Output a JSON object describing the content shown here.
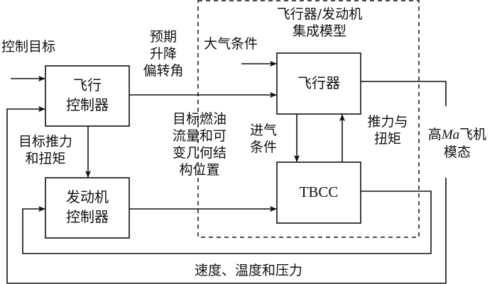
{
  "diagram": {
    "type": "control-block-diagram",
    "integrated_model": {
      "title_line1": "飞行器/发动机",
      "title_line2": "集成模型",
      "border_style": "dashed"
    },
    "blocks": {
      "flight_controller": {
        "line1": "飞行",
        "line2": "控制器"
      },
      "engine_controller": {
        "line1": "发动机",
        "line2": "控制器"
      },
      "aircraft": {
        "label": "飞行器"
      },
      "tbcc": {
        "label": "TBCC"
      }
    },
    "signals": {
      "control_target": "控制目标",
      "expected_deflection": {
        "line1": "预期",
        "line2": "升降",
        "line3": "偏转角"
      },
      "atmosphere": "大气条件",
      "target_thrust": {
        "line1": "目标推力",
        "line2": "和扭矩"
      },
      "target_fuel": {
        "line1": "目标燃油",
        "line2": "流量和可",
        "line3": "变几何结",
        "line4": "构位置"
      },
      "inlet_conditions": {
        "line1": "进气",
        "line2": "条件"
      },
      "thrust_torque": {
        "line1": "推力与",
        "line2": "扭矩"
      },
      "high_ma_mode": {
        "prefix": "高",
        "italic": "Ma",
        "suffix": "飞机",
        "line2": "模态"
      },
      "feedback": "速度、温度和压力"
    },
    "connections": [
      {
        "from": "控制目标",
        "to": "飞行控制器"
      },
      {
        "from": "飞行控制器",
        "to": "飞行器",
        "label": "预期升降偏转角"
      },
      {
        "from": "大气条件",
        "to": "飞行器"
      },
      {
        "from": "飞行控制器",
        "to": "发动机控制器",
        "label": "目标推力和扭矩"
      },
      {
        "from": "发动机控制器",
        "to": "TBCC",
        "label": "目标燃油流量和可变几何结构位置"
      },
      {
        "from": "飞行器",
        "to": "TBCC",
        "label": "进气条件"
      },
      {
        "from": "TBCC",
        "to": "飞行器",
        "label": "推力与扭矩"
      },
      {
        "from": "TBCC",
        "to": "发动机控制器",
        "label": "速度、温度和压力"
      },
      {
        "from": "飞行器",
        "to": "飞行控制器",
        "label": "高Ma飞机模态"
      }
    ]
  }
}
